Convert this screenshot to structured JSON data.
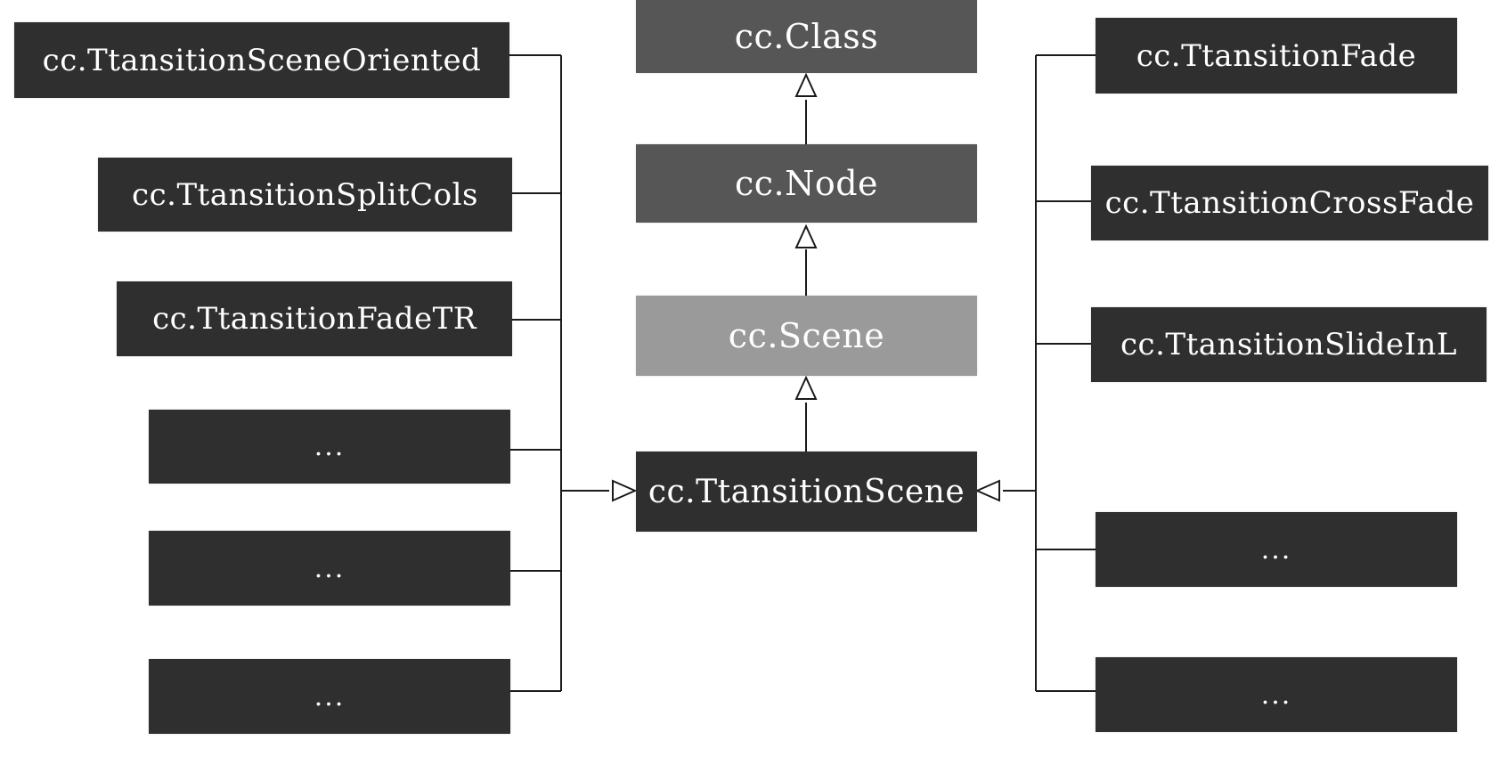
{
  "diagram": {
    "center": {
      "class": "cc.Class",
      "node": "cc.Node",
      "scene": "cc.Scene",
      "transition_scene": "cc.TtansitionScene"
    },
    "left_classes": [
      "cc.TtansitionSceneOriented",
      "cc.TtansitionSplitCols",
      "cc.TtansitionFadeTR",
      "...",
      "...",
      "..."
    ],
    "right_classes": [
      "cc.TtansitionFade",
      "cc.TtansitionCrossFade",
      "cc.TtansitionSlideInL",
      "...",
      "..."
    ],
    "colors": {
      "dark_box": "#2f2f2f",
      "base_box": "#565656",
      "scene_box": "#9a9a9a",
      "line": "#1a1a1a",
      "text": "#ffffff"
    }
  }
}
